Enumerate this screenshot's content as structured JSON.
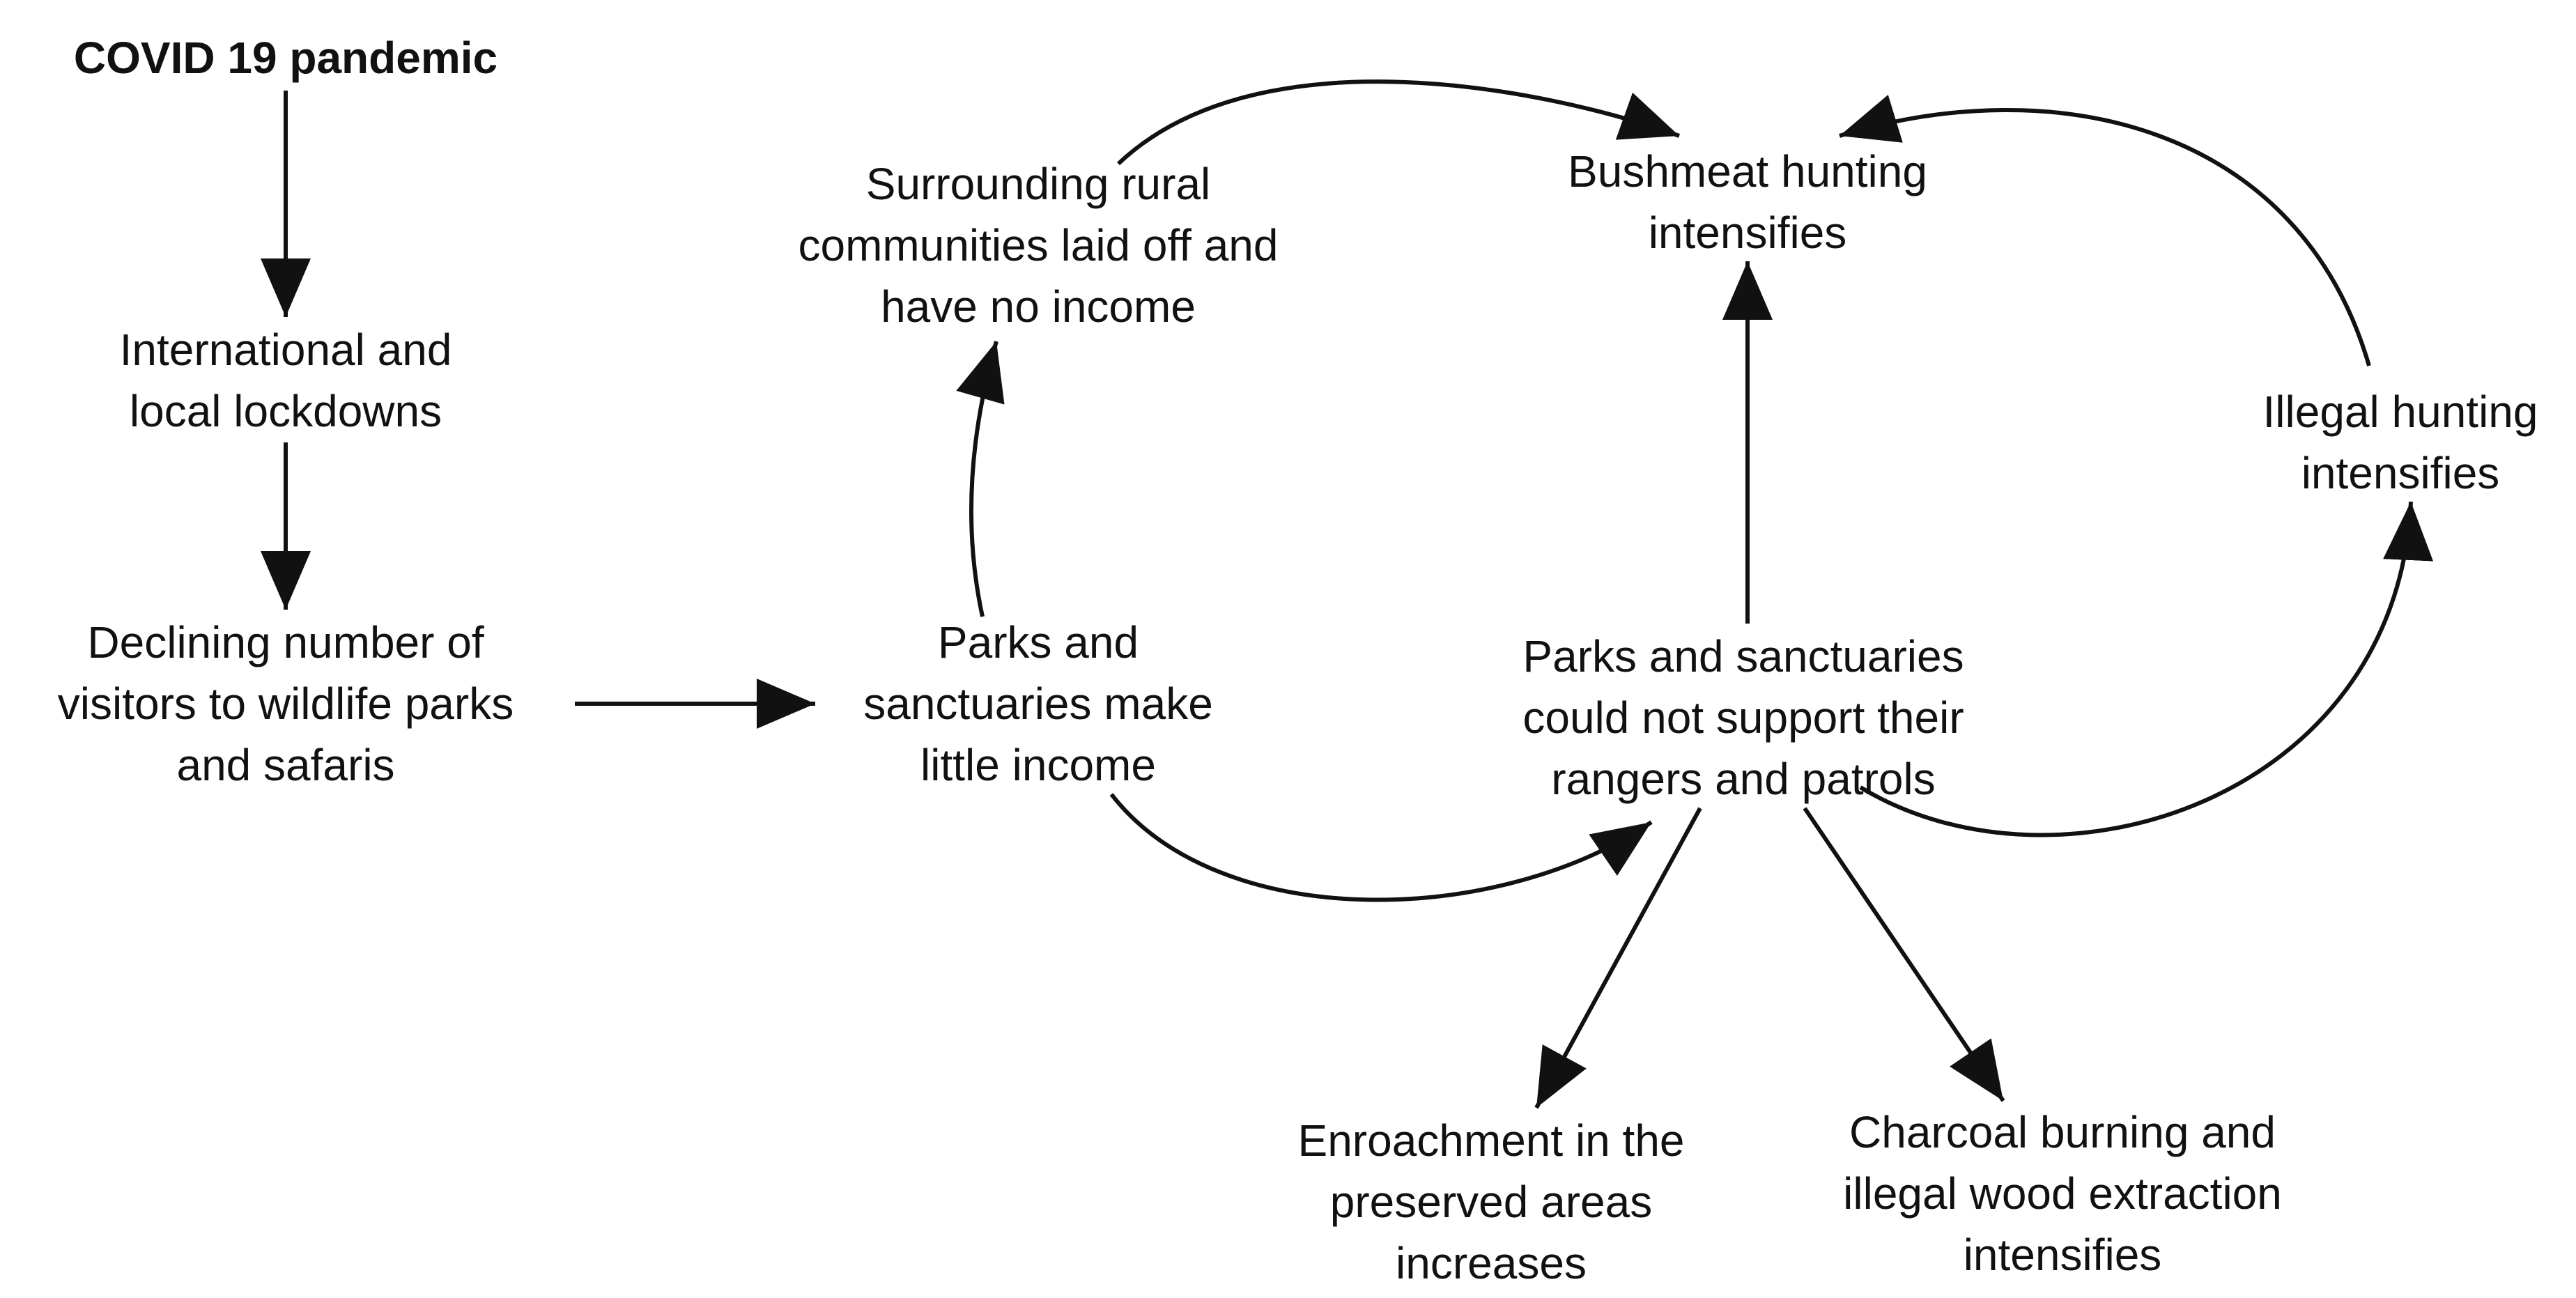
{
  "colors": {
    "background": "#ffffff",
    "ink": "#111111"
  },
  "nodes": {
    "covid": {
      "lines": [
        "COVID 19 pandemic"
      ]
    },
    "lockdowns": {
      "lines": [
        "International and",
        "local lockdowns"
      ]
    },
    "declining_visitors": {
      "lines": [
        "Declining number of",
        "visitors to wildlife parks",
        "and safaris"
      ]
    },
    "parks_income": {
      "lines": [
        "Parks and",
        "sanctuaries make",
        "little income"
      ]
    },
    "rural_communities": {
      "lines": [
        "Surrounding rural",
        "communities laid off and",
        "have no income"
      ]
    },
    "bushmeat": {
      "lines": [
        "Bushmeat hunting",
        "intensifies"
      ]
    },
    "rangers": {
      "lines": [
        "Parks and sanctuaries",
        "could not support their",
        "rangers and patrols"
      ]
    },
    "illegal_hunting": {
      "lines": [
        "Illegal hunting",
        "intensifies"
      ]
    },
    "encroachment": {
      "lines": [
        "Enroachment in the",
        "preserved areas",
        "increases"
      ]
    },
    "charcoal": {
      "lines": [
        "Charcoal burning and",
        "illegal wood extraction",
        "intensifies"
      ]
    }
  },
  "edges": [
    {
      "from": "covid",
      "to": "lockdowns"
    },
    {
      "from": "lockdowns",
      "to": "declining_visitors"
    },
    {
      "from": "declining_visitors",
      "to": "parks_income"
    },
    {
      "from": "parks_income",
      "to": "rural_communities"
    },
    {
      "from": "rural_communities",
      "to": "bushmeat"
    },
    {
      "from": "parks_income",
      "to": "rangers"
    },
    {
      "from": "rangers",
      "to": "bushmeat"
    },
    {
      "from": "rangers",
      "to": "illegal_hunting"
    },
    {
      "from": "illegal_hunting",
      "to": "bushmeat"
    },
    {
      "from": "rangers",
      "to": "encroachment"
    },
    {
      "from": "rangers",
      "to": "charcoal"
    }
  ]
}
